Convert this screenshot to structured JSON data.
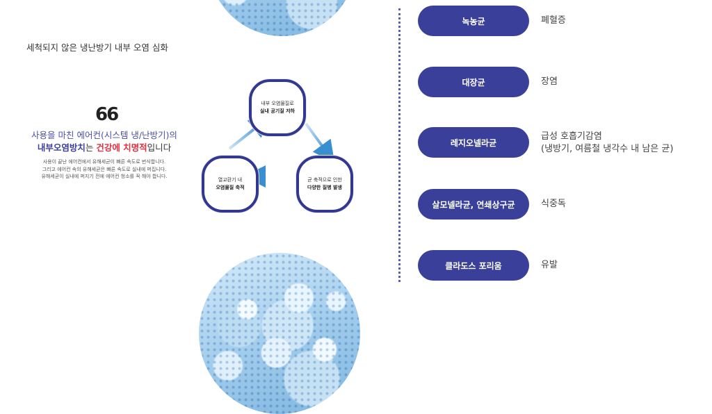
{
  "left": {
    "heading": "세척되지 않은 냉난방기 내부 오염 심화",
    "quote_mark": "66",
    "quote_line1": "사용을 마친 에어컨(시스템 냉/난방기)의",
    "quote_line2_part1": "내부오염방치",
    "quote_line2_part2": "는 ",
    "quote_line2_part3": "건강에 치명적",
    "quote_line2_part4": "입니다",
    "desc_lines": [
      "사용이 끝난 에어컨에서 유해세균이 빠른 속도로 번식합니다.",
      "그리고 에어컨 속의 유해세균은 빠른 속도로 실내에 퍼집니다.",
      "유해세균이 실내에 퍼지기 전에 에어컨 청소를 꼭 해야 합니다."
    ]
  },
  "cycle": {
    "top": {
      "line1": "내부 오염물질로",
      "line2": "실내 공기질 저하"
    },
    "left": {
      "line1": "열교환기 내",
      "line2": "오염물질 축적"
    },
    "right": {
      "line1": "균 축적으로 인한",
      "line2": "다양한 질병 발생"
    }
  },
  "germs": [
    {
      "name": "녹농균",
      "disease": "폐혈증"
    },
    {
      "name": "대장균",
      "disease": "장염"
    },
    {
      "name": "레지오넬라균",
      "disease": "급성 호흡기감염",
      "disease2": "(냉방기, 여름철 냉각수 내 남은 균)"
    },
    {
      "name": "살모넬라균, 연쇄상구균",
      "disease": "식중독"
    },
    {
      "name": "클라도스 포리움",
      "disease": "유발"
    }
  ],
  "colors": {
    "navy": "#3a409a",
    "red": "#e0303f",
    "arrow": "#3a8fd0"
  }
}
